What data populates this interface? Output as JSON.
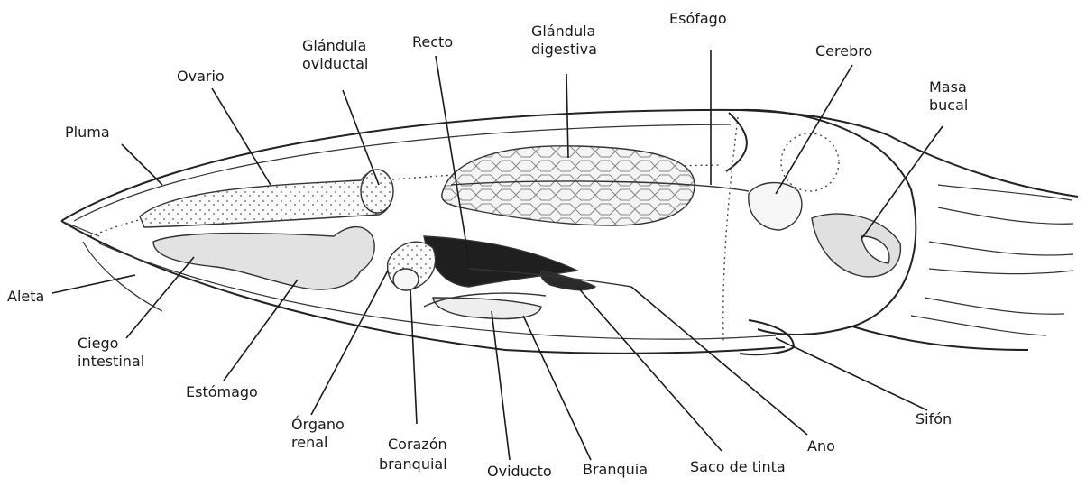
{
  "diagram": {
    "labels": {
      "esofago": "Esófago",
      "glandula_digestiva": [
        "Glándula",
        "digestiva"
      ],
      "recto": "Recto",
      "glandula_oviductal": [
        "Glándula",
        "oviductal"
      ],
      "ovario": "Ovario",
      "cerebro": "Cerebro",
      "masa_bucal": [
        "Masa",
        "bucal"
      ],
      "pluma": "Pluma",
      "aleta": "Aleta",
      "ciego_intestinal": [
        "Ciego",
        "intestinal"
      ],
      "estomago": "Estómago",
      "organo_renal": [
        "Órgano",
        "renal"
      ],
      "corazon_branquial": [
        "Corazón",
        "branquial"
      ],
      "oviducto": "Oviducto",
      "branquia": "Branquia",
      "saco_de_tinta": "Saco de tinta",
      "ano": "Ano",
      "sifon": "Sifón"
    }
  }
}
